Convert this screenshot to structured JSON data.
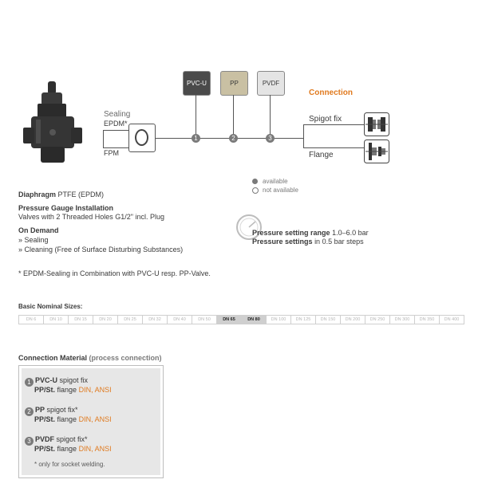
{
  "diagram": {
    "sealing_label": "Sealing",
    "epdm_label": "EPDM*",
    "fpm_label": "FPM",
    "materials": [
      {
        "label": "PVC-U",
        "color": "#4a4a4a",
        "text_color": "#ffffff",
        "number": "1"
      },
      {
        "label": "PP",
        "color": "#c9c0a3",
        "text_color": "#3a3a3a",
        "number": "2"
      },
      {
        "label": "PVDF",
        "color": "#e4e4e4",
        "text_color": "#3a3a3a",
        "number": "3"
      }
    ],
    "connection_title": "Connection",
    "spigot_label": "Spigot fix",
    "flange_label": "Flange",
    "legend": {
      "available": "available",
      "not_available": "not available"
    }
  },
  "specs": {
    "diaphragm_label": "Diaphragm",
    "diaphragm_value": "PTFE (EPDM)",
    "gauge_title": "Pressure Gauge Installation",
    "gauge_text": "Valves with 2 Threaded Holes G1/2\" incl. Plug",
    "on_demand_title": "On Demand",
    "on_demand_items": [
      "» Sealing",
      "» Cleaning (Free of Surface Disturbing Substances)"
    ],
    "pressure_range_label": "Pressure setting range",
    "pressure_range_value": "1.0–6.0 bar",
    "pressure_settings_label": "Pressure settings",
    "pressure_settings_value": "in 0.5 bar steps",
    "footnote": "* EPDM-Sealing in Combination with PVC-U resp. PP-Valve."
  },
  "nominal_sizes": {
    "title": "Basic Nominal Sizes:",
    "sizes": [
      "DN 6",
      "DN 10",
      "DN 15",
      "DN 20",
      "DN 25",
      "DN 32",
      "DN 40",
      "DN 50",
      "DN 65",
      "DN 80",
      "DN 100",
      "DN 125",
      "DN 150",
      "DN 200",
      "DN 250",
      "DN 300",
      "DN 350",
      "DN 400"
    ],
    "active": [
      "DN 65",
      "DN 80"
    ]
  },
  "connection_material": {
    "title": "Connection Material",
    "subtitle": "(process connection)",
    "entries": [
      {
        "number": "1",
        "material": "PVC-U",
        "spigot": "spigot fix",
        "flange_mat": "PP/St.",
        "flange": "flange",
        "standards": "DIN, ANSI"
      },
      {
        "number": "2",
        "material": "PP",
        "spigot": "spigot fix*",
        "flange_mat": "PP/St.",
        "flange": "flange",
        "standards": "DIN, ANSI"
      },
      {
        "number": "3",
        "material": "PVDF",
        "spigot": "spigot fix*",
        "flange_mat": "PP/St.",
        "flange": "flange",
        "standards": "DIN, ANSI"
      }
    ],
    "note": "* only for socket welding."
  }
}
